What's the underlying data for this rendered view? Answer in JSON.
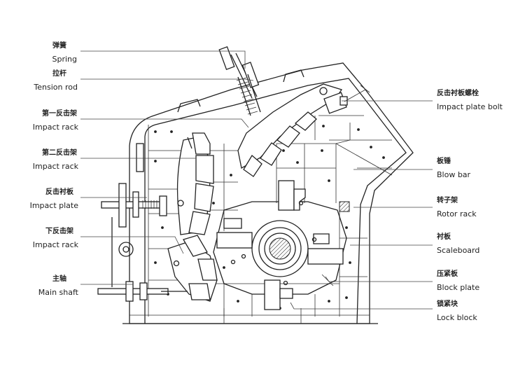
{
  "labels": {
    "spring": {
      "zh": "弹簧",
      "en": "Spring"
    },
    "tension_rod": {
      "zh": "拉杆",
      "en": "Tension rod"
    },
    "first_impact_rack": {
      "zh": "第一反击架",
      "en": "Impact rack"
    },
    "second_impact_rack": {
      "zh": "第二反击架",
      "en": "Impact rack"
    },
    "impact_plate": {
      "zh": "反击衬板",
      "en": "Impact plate"
    },
    "lower_impact_rack": {
      "zh": "下反击架",
      "en": "Impact rack"
    },
    "main_shaft": {
      "zh": "主轴",
      "en": "Main shaft"
    },
    "impact_plate_bolt": {
      "zh": "反击衬板螺栓",
      "en": "Impact plate bolt"
    },
    "blow_bar": {
      "zh": "板锤",
      "en": "Blow bar"
    },
    "rotor_rack": {
      "zh": "转子架",
      "en": "Rotor rack"
    },
    "scaleboard": {
      "zh": "衬板",
      "en": "Scaleboard"
    },
    "block_plate": {
      "zh": "压紧板",
      "en": "Block plate"
    },
    "lock_block": {
      "zh": "锁紧块",
      "en": "Lock block"
    }
  }
}
